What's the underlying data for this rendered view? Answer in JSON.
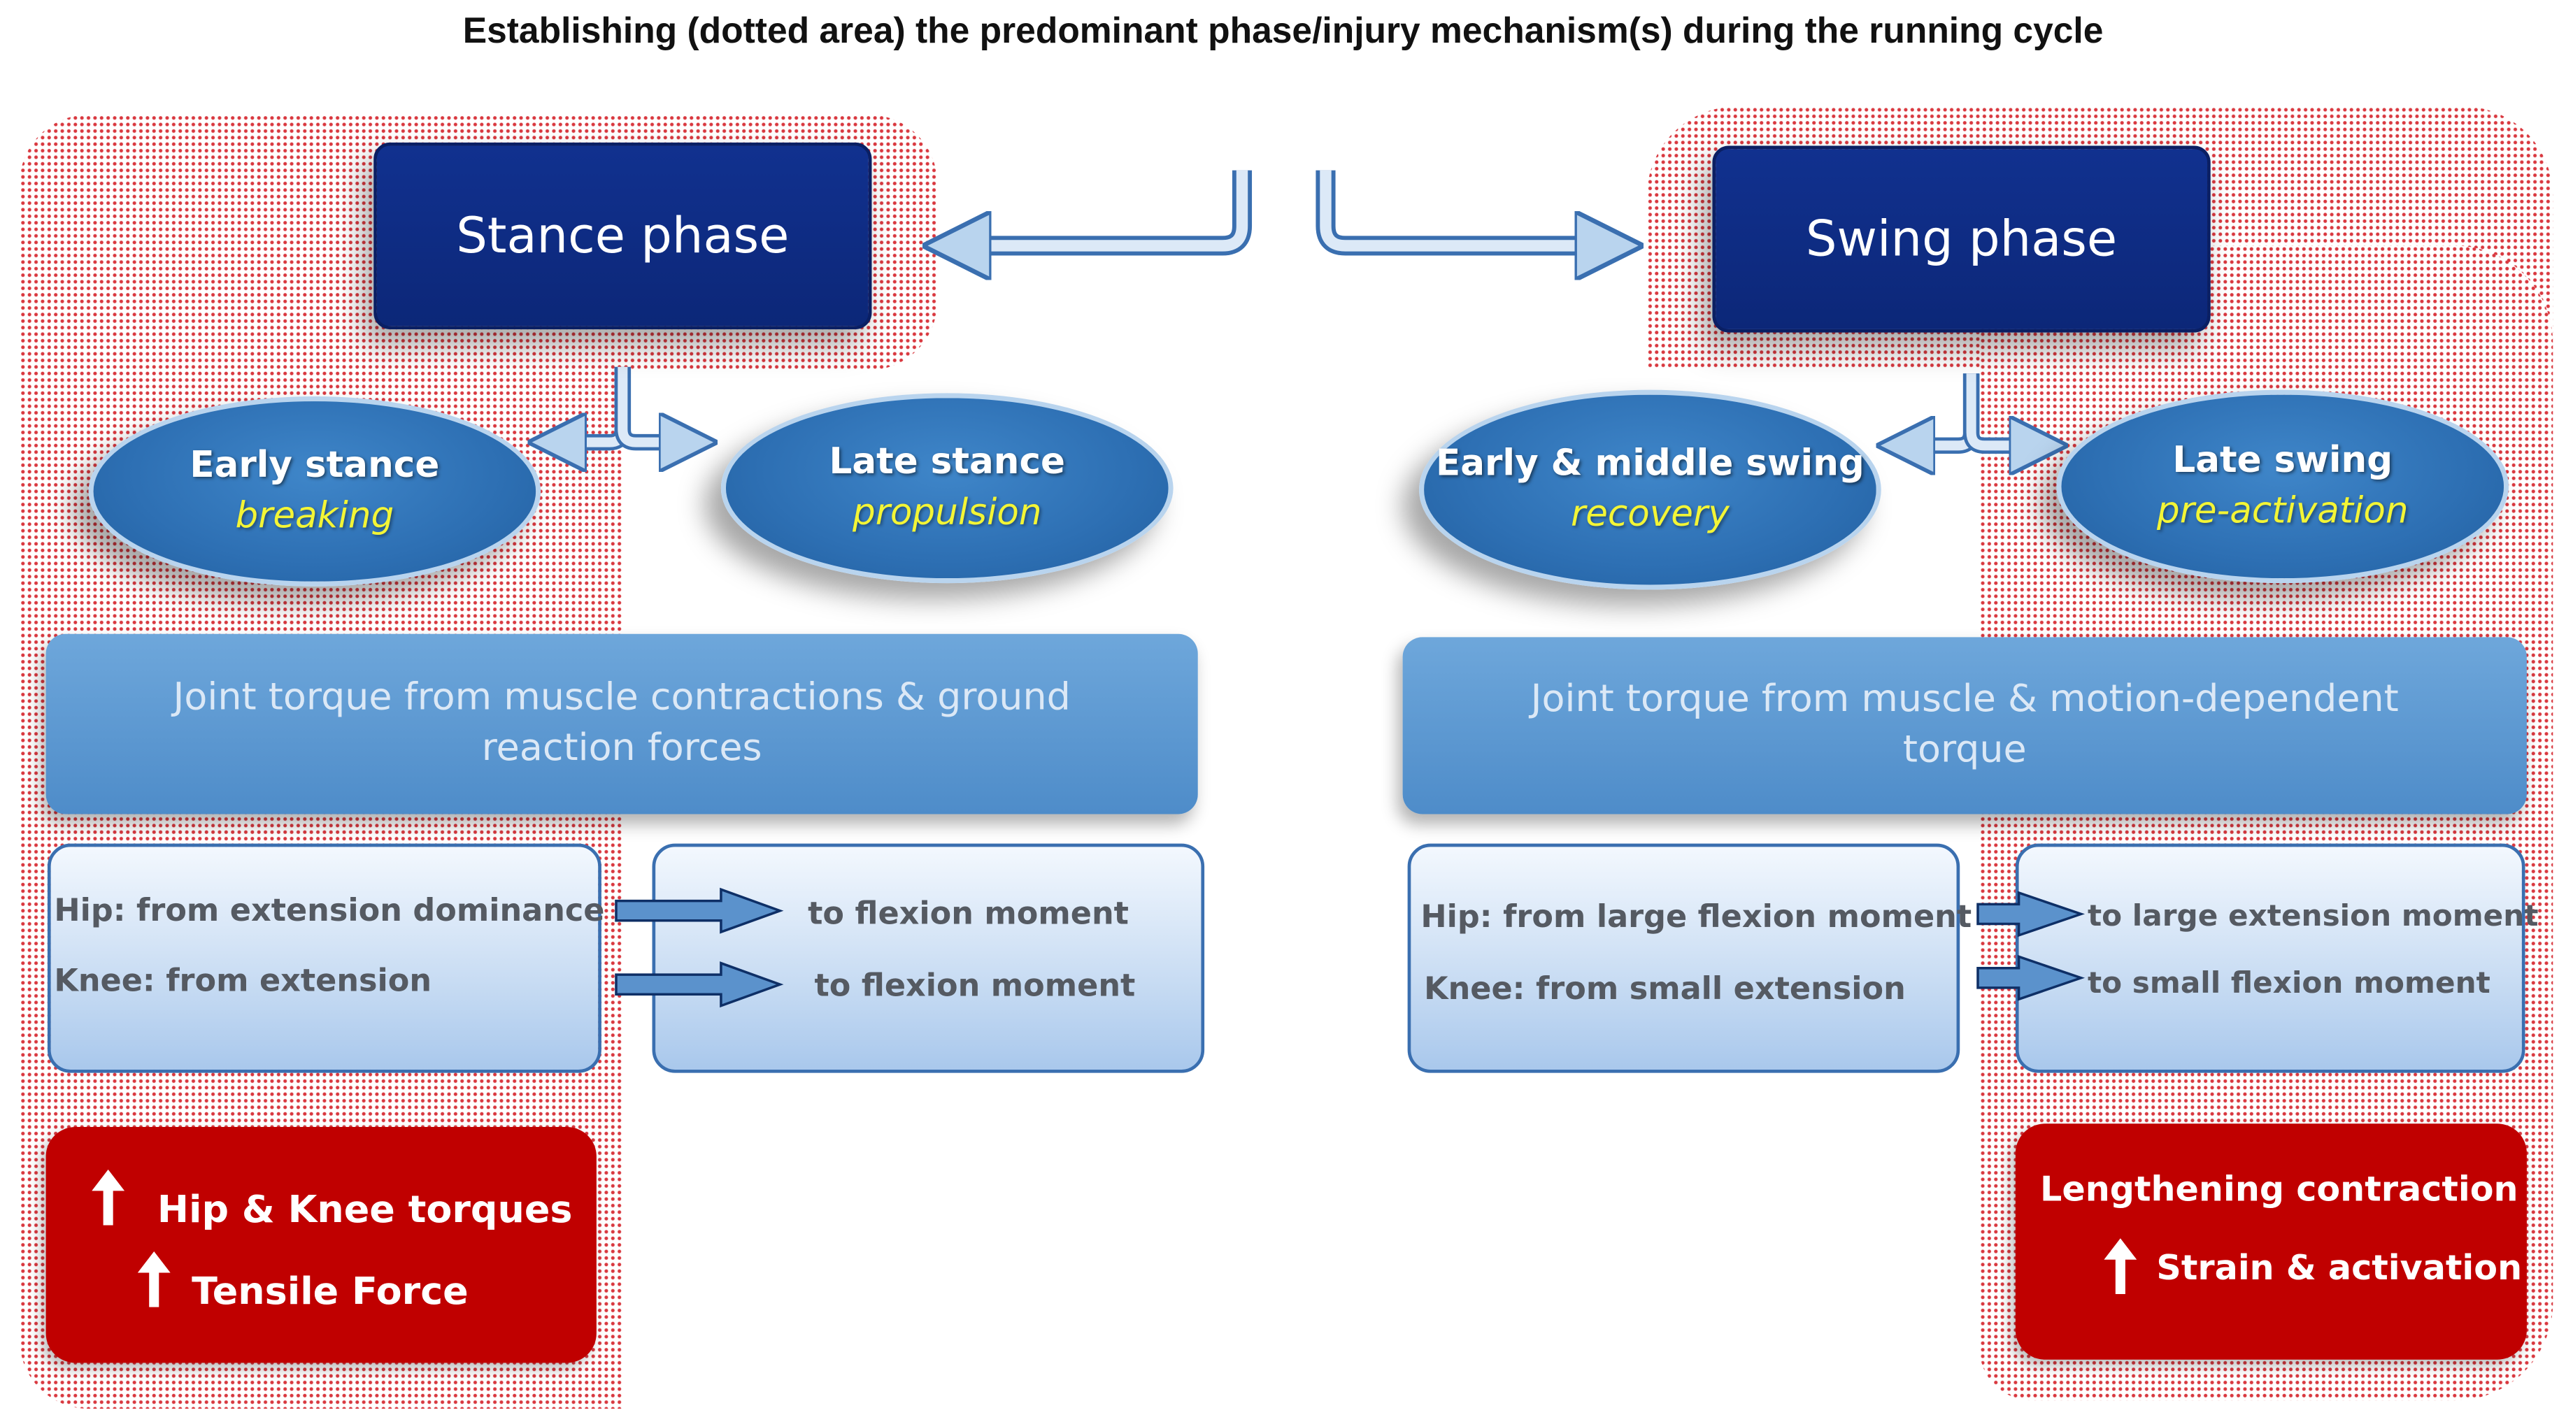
{
  "title": "Establishing (dotted area) the predominant phase/injury mechanism(s) during the running cycle",
  "stance": {
    "label": "Stance phase",
    "early": {
      "title": "Early stance",
      "subtitle": "breaking"
    },
    "late": {
      "title": "Late stance",
      "subtitle": "propulsion"
    },
    "torque_text": "Joint torque from muscle contractions & ground reaction forces",
    "from_box": {
      "hip": "Hip: from extension dominance",
      "knee": "Knee: from extension"
    },
    "to_box": {
      "hip": "to flexion moment",
      "knee": "to flexion moment"
    },
    "result": {
      "line1": "Hip & Knee torques",
      "line2": "Tensile Force"
    }
  },
  "swing": {
    "label": "Swing phase",
    "early": {
      "title": "Early & middle swing",
      "subtitle": "recovery"
    },
    "late": {
      "title": "Late swing",
      "subtitle": "pre-activation"
    },
    "torque_text": "Joint torque from muscle & motion-dependent torque",
    "from_box": {
      "hip": "Hip: from large flexion moment",
      "knee": "Knee: from small extension"
    },
    "to_box": {
      "hip": "to large extension moment",
      "knee": "to small flexion moment"
    },
    "result": {
      "line1": "Lengthening contraction",
      "line2": "Strain & activation"
    }
  },
  "colors": {
    "dotted_area": "#d9383f",
    "phase_box": "#0c2778",
    "ellipse": "#2d6fb3",
    "subtitle": "#f3f536",
    "torque_bar": "#5a97d1",
    "result_box": "#c00000"
  }
}
